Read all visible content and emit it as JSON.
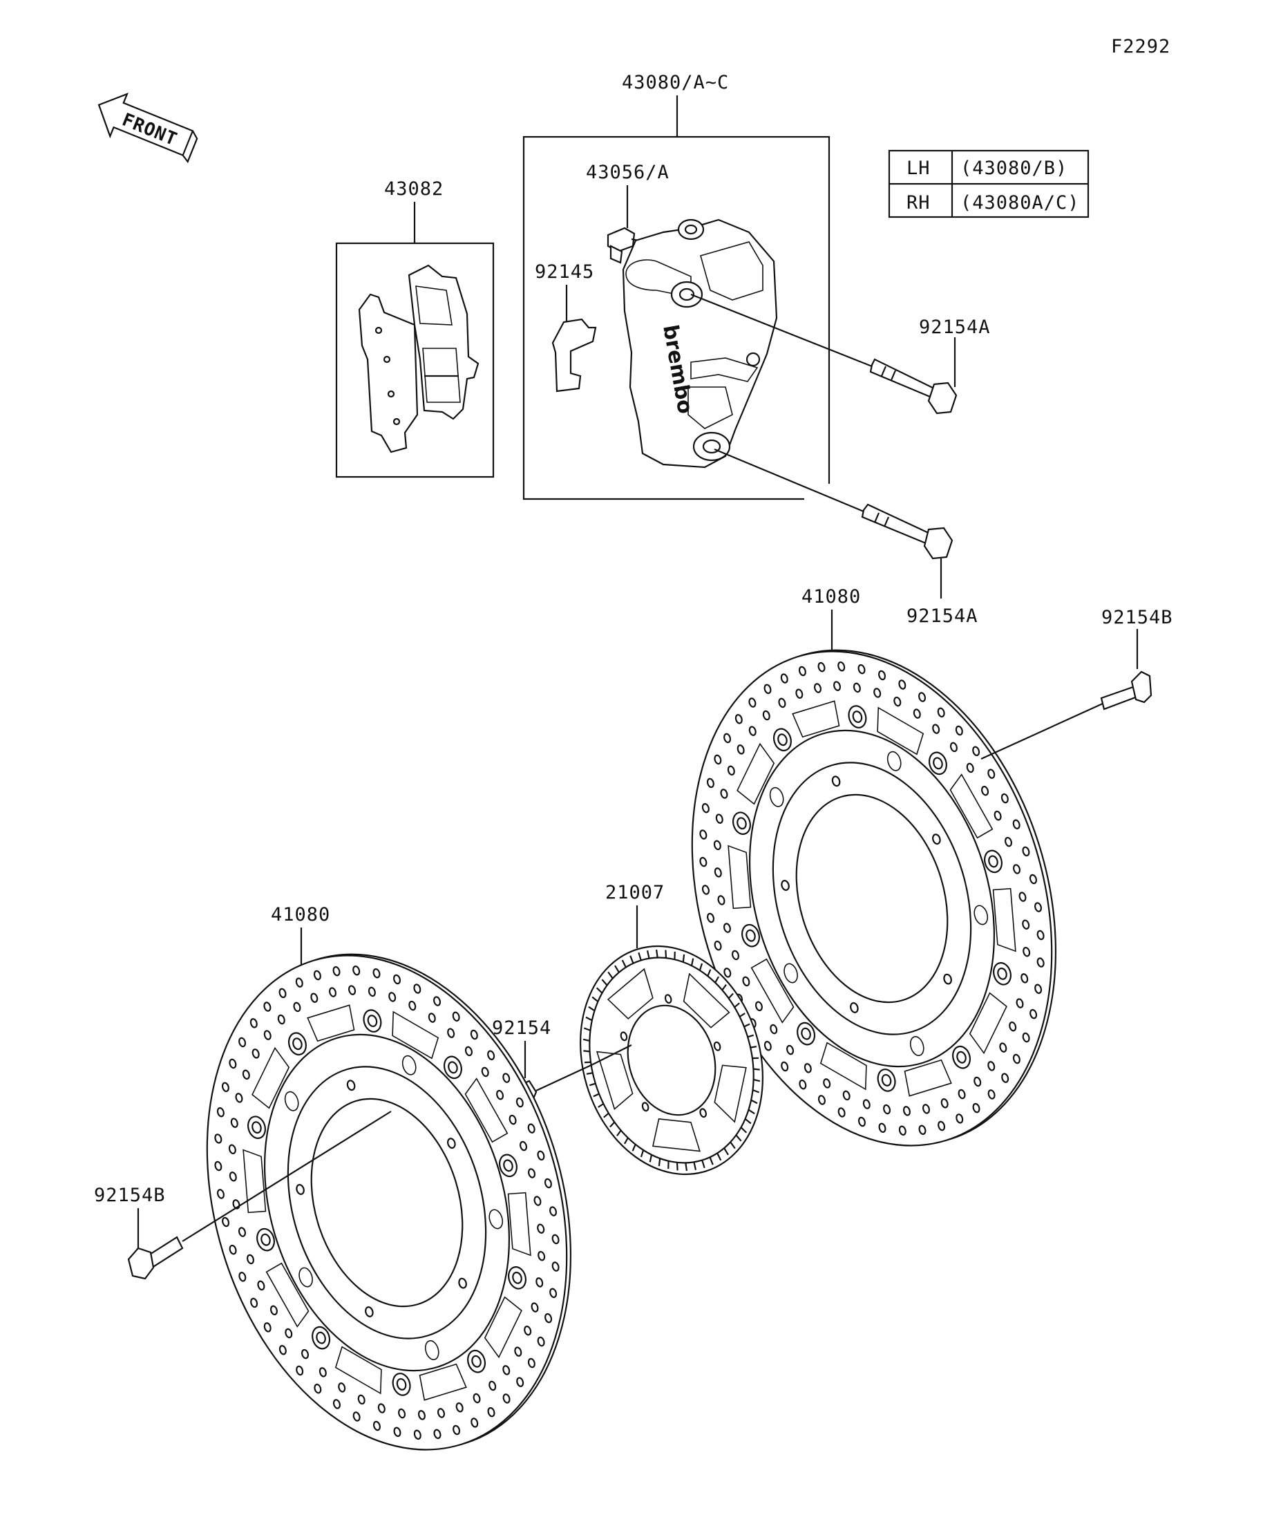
{
  "figure_id": "F2292",
  "front_label": "FRONT",
  "callouts": {
    "caliper_assy": "43080/A~C",
    "pad_set": "43082",
    "bleeder_valve": "43056/A",
    "pad_spring": "92145",
    "caliper_bolt_upper": "92154A",
    "caliper_bolt_lower": "92154A",
    "disc_right": "41080",
    "disc_left": "41080",
    "rotor_sensor": "21007",
    "disc_bolt_right": "92154B",
    "disc_bolt_left": "92154B",
    "sensor_bolt": "92154"
  },
  "side_table": [
    {
      "side": "LH",
      "part": "(43080/B)"
    },
    {
      "side": "RH",
      "part": "(43080A/C)"
    }
  ],
  "caliper_brand": "brembo"
}
